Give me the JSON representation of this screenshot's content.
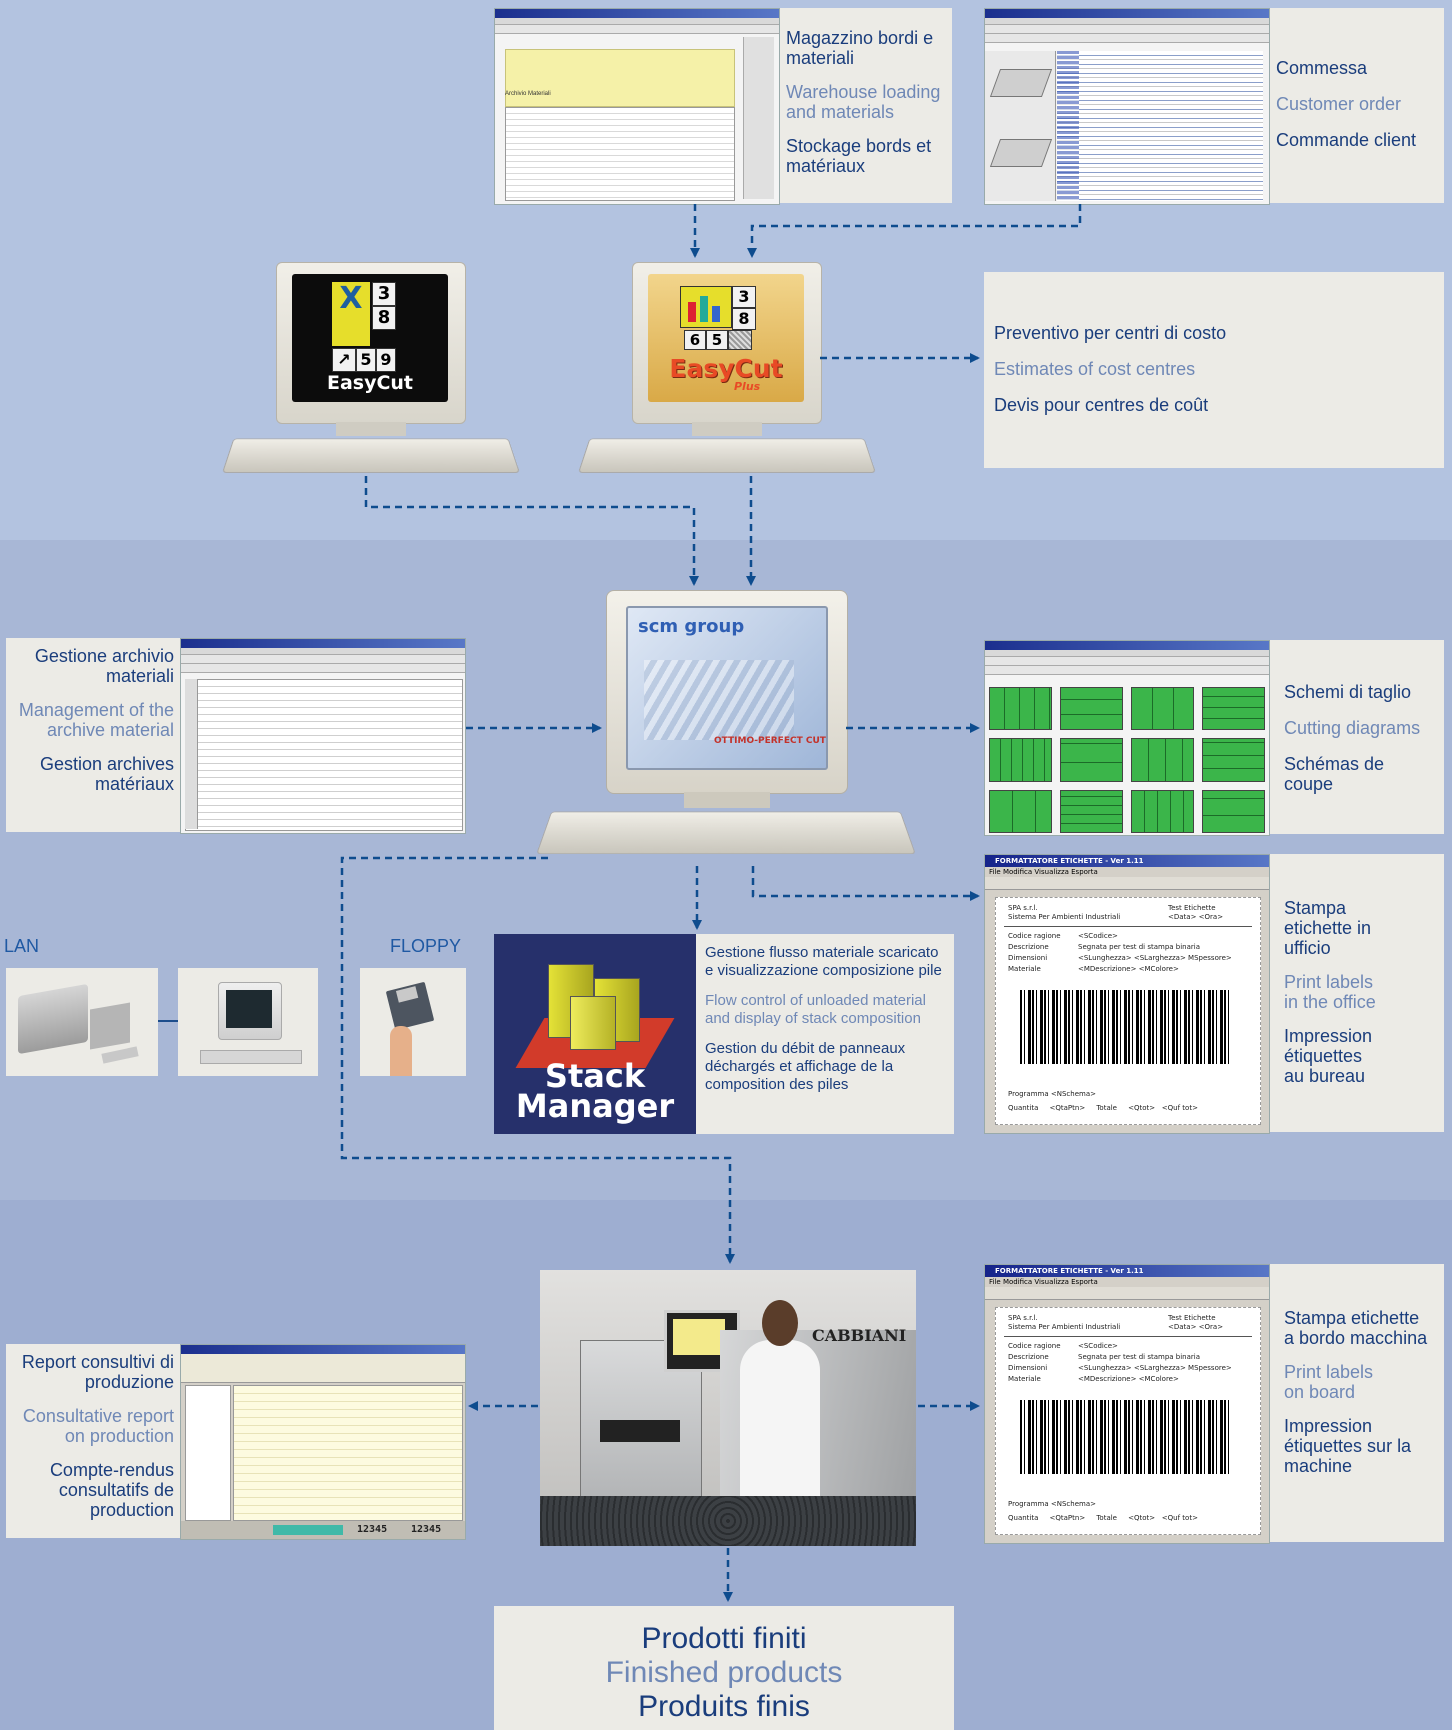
{
  "warehouse": {
    "title": "Archivio Materiali",
    "it": "Magazzino bordi e materiali",
    "en": "Warehouse loading and materials",
    "fr": "Stockage bords et matériaux"
  },
  "order": {
    "it": "Commessa",
    "en": "Customer order",
    "fr": "Commande client"
  },
  "estimates": {
    "it": "Preventivo per centri di costo",
    "en": "Estimates of cost centres",
    "fr": "Devis pour centres de coût"
  },
  "easycut": {
    "label": "EasyCut",
    "digits": [
      "3",
      "8",
      "5",
      "9"
    ]
  },
  "easycut_plus": {
    "label": "EasyCut",
    "sub": "Plus",
    "digits": [
      "3",
      "8",
      "6",
      "5"
    ]
  },
  "central": {
    "brand": "scm group",
    "product": "OTTIMO-PERFECT CUT"
  },
  "archive": {
    "it": "Gestione archivio materiali",
    "en": "Management of the archive material",
    "fr": "Gestion archives matériaux"
  },
  "cutting": {
    "it": "Schemi di taglio",
    "en": "Cutting diagrams",
    "fr": "Schémas de coupe"
  },
  "network": {
    "lan": "LAN",
    "floppy": "FLOPPY"
  },
  "stack": {
    "logo_line1": "Stack",
    "logo_line2": "Manager",
    "it": "Gestione flusso materiale scaricato e visualizzazione composizione pile",
    "en": "Flow control of unloaded material and display of stack composition",
    "fr": "Gestion du débit de panneaux déchargés et affichage de la composition des piles"
  },
  "label_office": {
    "window_title": "FORMATTATORE ETICHETTE - Ver 1.11",
    "menu": "File  Modifica  Visualizza  Esporta",
    "it": "Stampa etichette in ufficio",
    "en": "Print labels in the office",
    "fr": "Impression étiquettes au bureau"
  },
  "label_machine": {
    "window_title": "FORMATTATORE ETICHETTE - Ver 1.11",
    "menu": "File  Modifica  Visualizza  Esporta",
    "it": "Stampa etichette a bordo macchina",
    "en": "Print labels on board",
    "fr": "Impression étiquettes sur la machine"
  },
  "label_doc": {
    "company": "SPA s.r.l.",
    "subtitle": "Sistema Per Ambienti Industriali",
    "right1": "Test Etichette",
    "right2": "<Data>   <Ora>",
    "rows": [
      {
        "k": "Codice ragione",
        "v": "<SCodice>"
      },
      {
        "k": "Descrizione",
        "v": "Segnata per test di stampa binaria"
      },
      {
        "k": "Dimensioni",
        "v": "<SLunghezza> <SLarghezza> MSpessore>"
      },
      {
        "k": "Materiale",
        "v": "<MDescrizione>          <MColore>"
      }
    ],
    "program": "Programma     <NSchema>",
    "qty": "Quantita     <QtaPtn>     Totale     <Qtot>   <Quf tot>"
  },
  "machine": {
    "brand": "CABBIANI"
  },
  "report": {
    "it": "Report consultivi di produzione",
    "en": "Consultative report on production",
    "fr": "Compte-rendus consultatifs de production",
    "status1": "12345",
    "status2": "12345"
  },
  "finished": {
    "it": "Prodotti finiti",
    "en": "Finished products",
    "fr": "Produits finis"
  },
  "colors": {
    "band_top": "#b3c3e0",
    "band_mid": "#a9b8d6",
    "band_bottom": "#9aabd0",
    "card": "#ecebe6",
    "text_dark": "#1a3d7c",
    "text_light": "#6f88b6",
    "arrow": "#0e4c8e",
    "stack_bg": "#26306b"
  }
}
